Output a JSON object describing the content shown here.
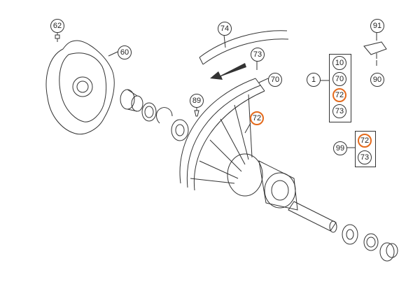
{
  "highlight_color": "#e46a1c",
  "line_color": "#333333",
  "callouts": {
    "c62": "62",
    "c60": "60",
    "c74": "74",
    "c73_top": "73",
    "c70_rim": "70",
    "c89": "89",
    "c72_spoke": "72",
    "c91": "91",
    "c90": "90",
    "c1": "1",
    "kit1_10": "10",
    "kit1_70": "70",
    "kit1_72": "72",
    "kit1_73": "73",
    "c99": "99",
    "kit99_72": "72",
    "kit99_73": "73"
  },
  "icons": [
    "arrow-icon"
  ]
}
